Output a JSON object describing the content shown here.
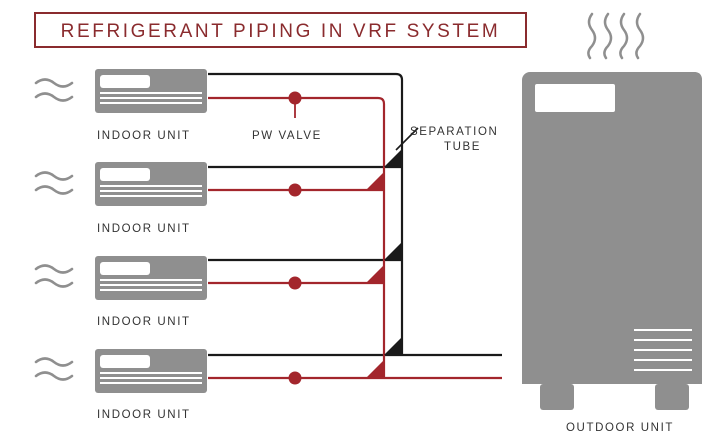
{
  "title": "REFRIGERANT PIPING IN VRF SYSTEM",
  "indoor_unit_label": "INDOOR UNIT",
  "outdoor_unit_label": "OUTDOOR UNIT",
  "valve_label": "PW VALVE",
  "separation_label_line1": "SEPARATION",
  "separation_label_line2": "TUBE",
  "colors": {
    "title": "#8a2b2e",
    "unit_gray": "#8f8f8f",
    "gas_pipe": "#1a1a1a",
    "liquid_pipe": "#a3262c",
    "airflow": "#8f8f8f"
  },
  "icons": [
    "airflow-icon",
    "heat-waves-icon",
    "valve-icon",
    "separation-tube-icon"
  ]
}
